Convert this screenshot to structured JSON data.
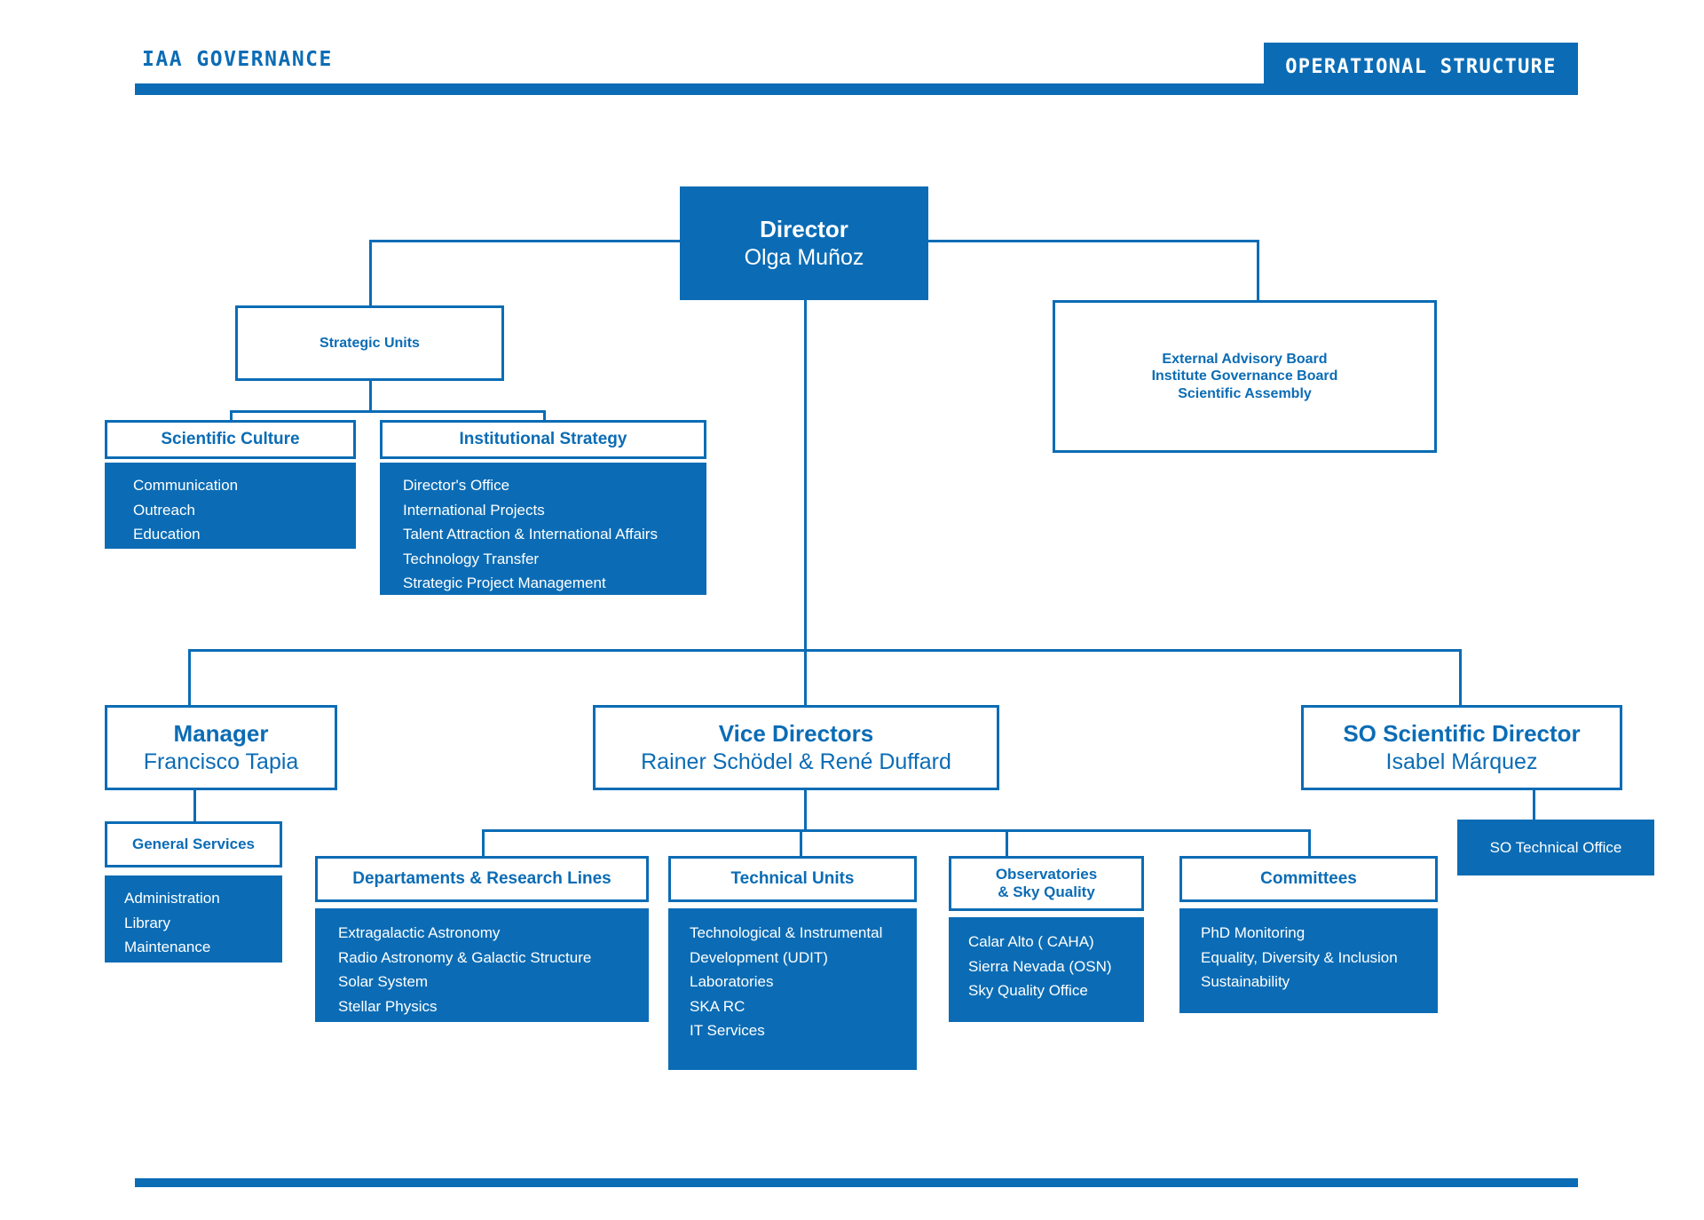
{
  "header": {
    "title": "IAA GOVERNANCE",
    "badge": "OPERATIONAL STRUCTURE"
  },
  "colors": {
    "brand_blue": "#0b6cb5",
    "text_on_blue": "#ffffff",
    "background": "#ffffff"
  },
  "chart": {
    "director": {
      "role": "Director",
      "person": "Olga Muñoz"
    },
    "boards": {
      "line1": "External Advisory Board",
      "line2": "Institute Governance Board",
      "line3": "Scientific Assembly"
    },
    "strategic_units": {
      "title": "Strategic Units",
      "children": [
        {
          "title": "Scientific Culture",
          "items": [
            "Communication",
            "Outreach",
            "Education"
          ]
        },
        {
          "title": "Institutional Strategy",
          "items": [
            "Director's Office",
            "International Projects",
            "Talent Attraction & International Affairs",
            "Technology Transfer",
            "Strategic Project Management"
          ]
        }
      ]
    },
    "manager": {
      "role": "Manager",
      "person": "Francisco Tapia",
      "unit": {
        "title": "General Services",
        "items": [
          "Administration",
          "Library",
          "Maintenance"
        ]
      }
    },
    "vice_directors": {
      "role": "Vice Directors",
      "person": "Rainer Schödel & René Duffard",
      "units": [
        {
          "title": "Departaments & Research Lines",
          "items": [
            "Extragalactic Astronomy",
            "Radio Astronomy & Galactic Structure",
            "Solar System",
            "Stellar Physics"
          ]
        },
        {
          "title": "Technical Units",
          "items": [
            "Technological & Instrumental Development (UDIT)",
            "Laboratories",
            "SKA RC",
            "IT Services"
          ]
        },
        {
          "title_line1": "Observatories",
          "title_line2": "& Sky Quality",
          "items": [
            "Calar Alto ( CAHA)",
            "Sierra Nevada (OSN)",
            "Sky Quality Office"
          ]
        },
        {
          "title": "Committees",
          "items": [
            "PhD Monitoring",
            "Equality, Diversity & Inclusion",
            "Sustainability"
          ]
        }
      ]
    },
    "so_scientific_director": {
      "role": "SO Scientific Director",
      "person": "Isabel Márquez",
      "unit": "SO Technical Office"
    }
  }
}
